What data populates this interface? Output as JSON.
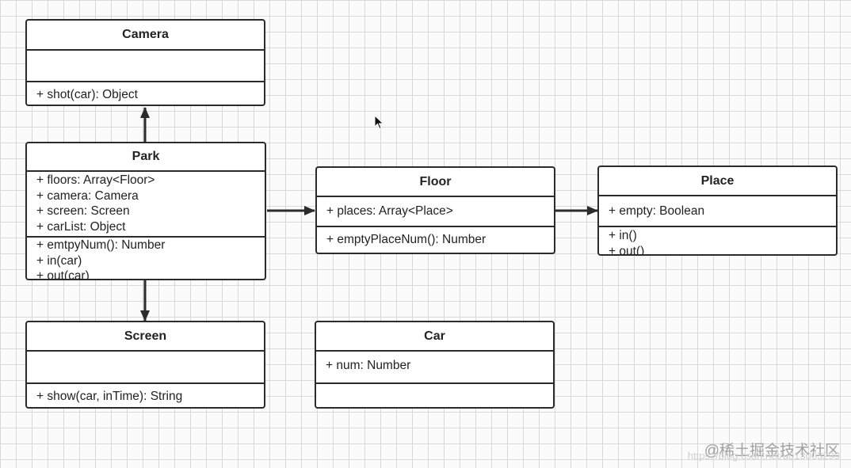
{
  "classes": {
    "camera": {
      "name": "Camera",
      "attributes": [],
      "methods": [
        "+ shot(car): Object"
      ]
    },
    "park": {
      "name": "Park",
      "attributes": [
        "+ floors: Array<Floor>",
        "+ camera: Camera",
        "+ screen: Screen",
        "+ carList: Object"
      ],
      "methods": [
        "+ emtpyNum(): Number",
        "+ in(car)",
        "+ out(car)"
      ]
    },
    "floor": {
      "name": "Floor",
      "attributes": [
        "+ places: Array<Place>"
      ],
      "methods": [
        "+ emptyPlaceNum(): Number"
      ]
    },
    "place": {
      "name": "Place",
      "attributes": [
        "+ empty: Boolean"
      ],
      "methods": [
        "+ in()",
        "+ out()"
      ]
    },
    "screen": {
      "name": "Screen",
      "attributes": [],
      "methods": [
        "+ show(car, inTime): String"
      ]
    },
    "car": {
      "name": "Car",
      "attributes": [
        "+ num: Number"
      ],
      "methods": []
    }
  },
  "watermark": {
    "text": "@稀土掘金技术社区",
    "url": "https://blog.csdn.net/u013003299"
  },
  "colors": {
    "border": "#2b2b2b",
    "grid": "#d9d9d9",
    "background": "#fbfbfb"
  },
  "icons": {
    "cursor": "mouse-pointer-icon"
  }
}
